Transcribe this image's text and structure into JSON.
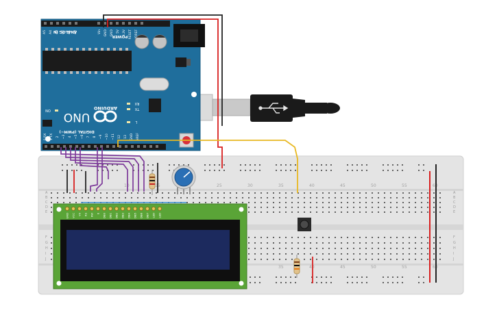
{
  "arduino": {
    "model": "UNO",
    "brand": "ARDUINO",
    "analog_header": "ANALOG IN",
    "power_header": "POWER",
    "digital_header": "DIGITAL (PWM~)",
    "analog_pins": [
      "A5",
      "A4",
      "A3",
      "A2",
      "A1",
      "A0"
    ],
    "power_pins": [
      "Vin",
      "GND",
      "GND",
      "5V",
      "3.3V",
      "RESET",
      "IOREF"
    ],
    "digital_pins": [
      "0 RX",
      "1 TX",
      "2",
      "~3",
      "4",
      "~5",
      "~6",
      "7",
      "8",
      "~9",
      "~10",
      "~11",
      "12",
      "13",
      "GND",
      "AREF"
    ],
    "label_on": "ON",
    "label_l": "L",
    "label_tx": "TX",
    "label_rx": "RX"
  },
  "breadboard": {
    "row_letters_top": [
      "A",
      "B",
      "C",
      "D",
      "E"
    ],
    "row_letters_bottom": [
      "F",
      "G",
      "H",
      "I",
      "J"
    ],
    "column_numbers_top": [
      "10",
      "15",
      "20",
      "25",
      "30",
      "35",
      "40",
      "45",
      "50",
      "55",
      "60"
    ],
    "column_numbers_bottom": [
      "35",
      "40",
      "45",
      "50",
      "55",
      "60"
    ]
  },
  "lcd": {
    "pin_labels": [
      "GND",
      "VCC",
      "V0",
      "RS",
      "RW",
      "E",
      "DB0",
      "DB1",
      "DB2",
      "DB3",
      "DB4",
      "DB5",
      "DB6",
      "DB7",
      "LED",
      "LED"
    ]
  },
  "colors": {
    "arduino_board": "#1f6e9c",
    "breadboard": "#e3e3e3",
    "lcd_board": "#5aa437",
    "lcd_screen": "#1c2a5e",
    "wire_red": "#d81f1f",
    "wire_black": "#222222",
    "wire_purple": "#7d3a9a",
    "wire_yellow": "#e8b821",
    "potentiometer": "#2a6fb5"
  }
}
